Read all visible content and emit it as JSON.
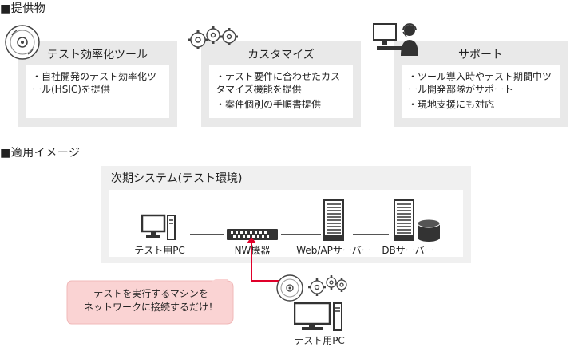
{
  "sections": {
    "offerings_title": "■提供物",
    "application_title": "■適用イメージ"
  },
  "cards": [
    {
      "title": "テスト効率化ツール",
      "icon": "cd-icon",
      "bullets": [
        "自社開発のテスト効率化ツール(HSIC)を提供"
      ]
    },
    {
      "title": "カスタマイズ",
      "icon": "gears-icon",
      "bullets": [
        "テスト要件に合わせたカスタマイズ機能を提供",
        "案件個別の手順書提供"
      ]
    },
    {
      "title": "サポート",
      "icon": "support-operator-icon",
      "bullets": [
        "ツール導入時やテスト期間中ツール開発部隊がサポート",
        "現地支援にも対応"
      ]
    }
  ],
  "environment": {
    "title": "次期システム(テスト環境)",
    "nodes": [
      {
        "label": "テスト用PC",
        "icon": "desktop-pc-icon"
      },
      {
        "label": "NW機器",
        "icon": "network-switch-icon"
      },
      {
        "label": "Web/APサーバー",
        "icon": "server-rack-icon"
      },
      {
        "label": "DBサーバー",
        "icon": "db-server-icon"
      }
    ]
  },
  "external_pc": {
    "label": "テスト用PC"
  },
  "callout": {
    "line1": "テストを実行するマシンを",
    "line2": "ネットワークに接続するだけ！"
  },
  "colors": {
    "card_bg": "#e9e9e9",
    "callout_bg": "#fad3d3",
    "connector_red": "#e0002a",
    "icon_dark": "#333333"
  }
}
